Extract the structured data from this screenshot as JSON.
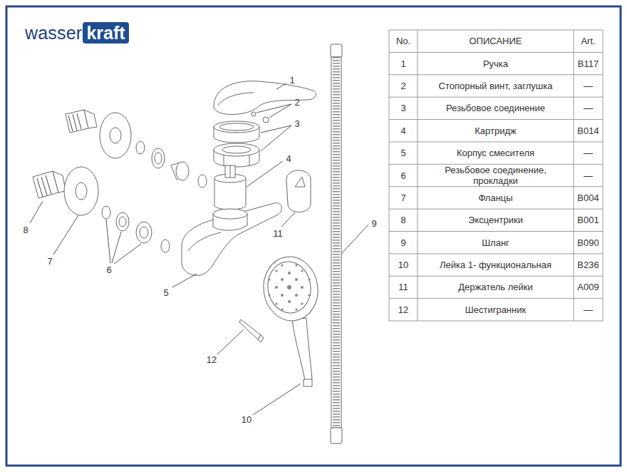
{
  "diagram": {
    "nodes": [
      {
        "text": [
          "kraft"
        ]
      }
    ],
    "labels": [
      "wasser",
      "1",
      "2",
      "3",
      "4",
      "5",
      "6",
      "7",
      "8",
      "9",
      "10",
      "11",
      "12",
      "No.",
      "ОПИСАНИЕ",
      "Art.",
      "1",
      "Ручка",
      "B117",
      "2",
      "Стопорный винт, заглушка",
      "—",
      "3",
      "Резьбовое соединение",
      "—",
      "4",
      "Картридж",
      "B014",
      "5",
      "Корпус смесителя",
      "—",
      "6",
      "Резьбовое соединение, прокладки",
      "—",
      "7",
      "Фланцы",
      "B004",
      "8",
      "Эксцентрики",
      "B001",
      "9",
      "Шланг",
      "B090",
      "10",
      "Лейка 1- функциональная",
      "B236",
      "11",
      "Держатель лейки",
      "A009",
      "12",
      "Шестигранник",
      "—"
    ]
  }
}
